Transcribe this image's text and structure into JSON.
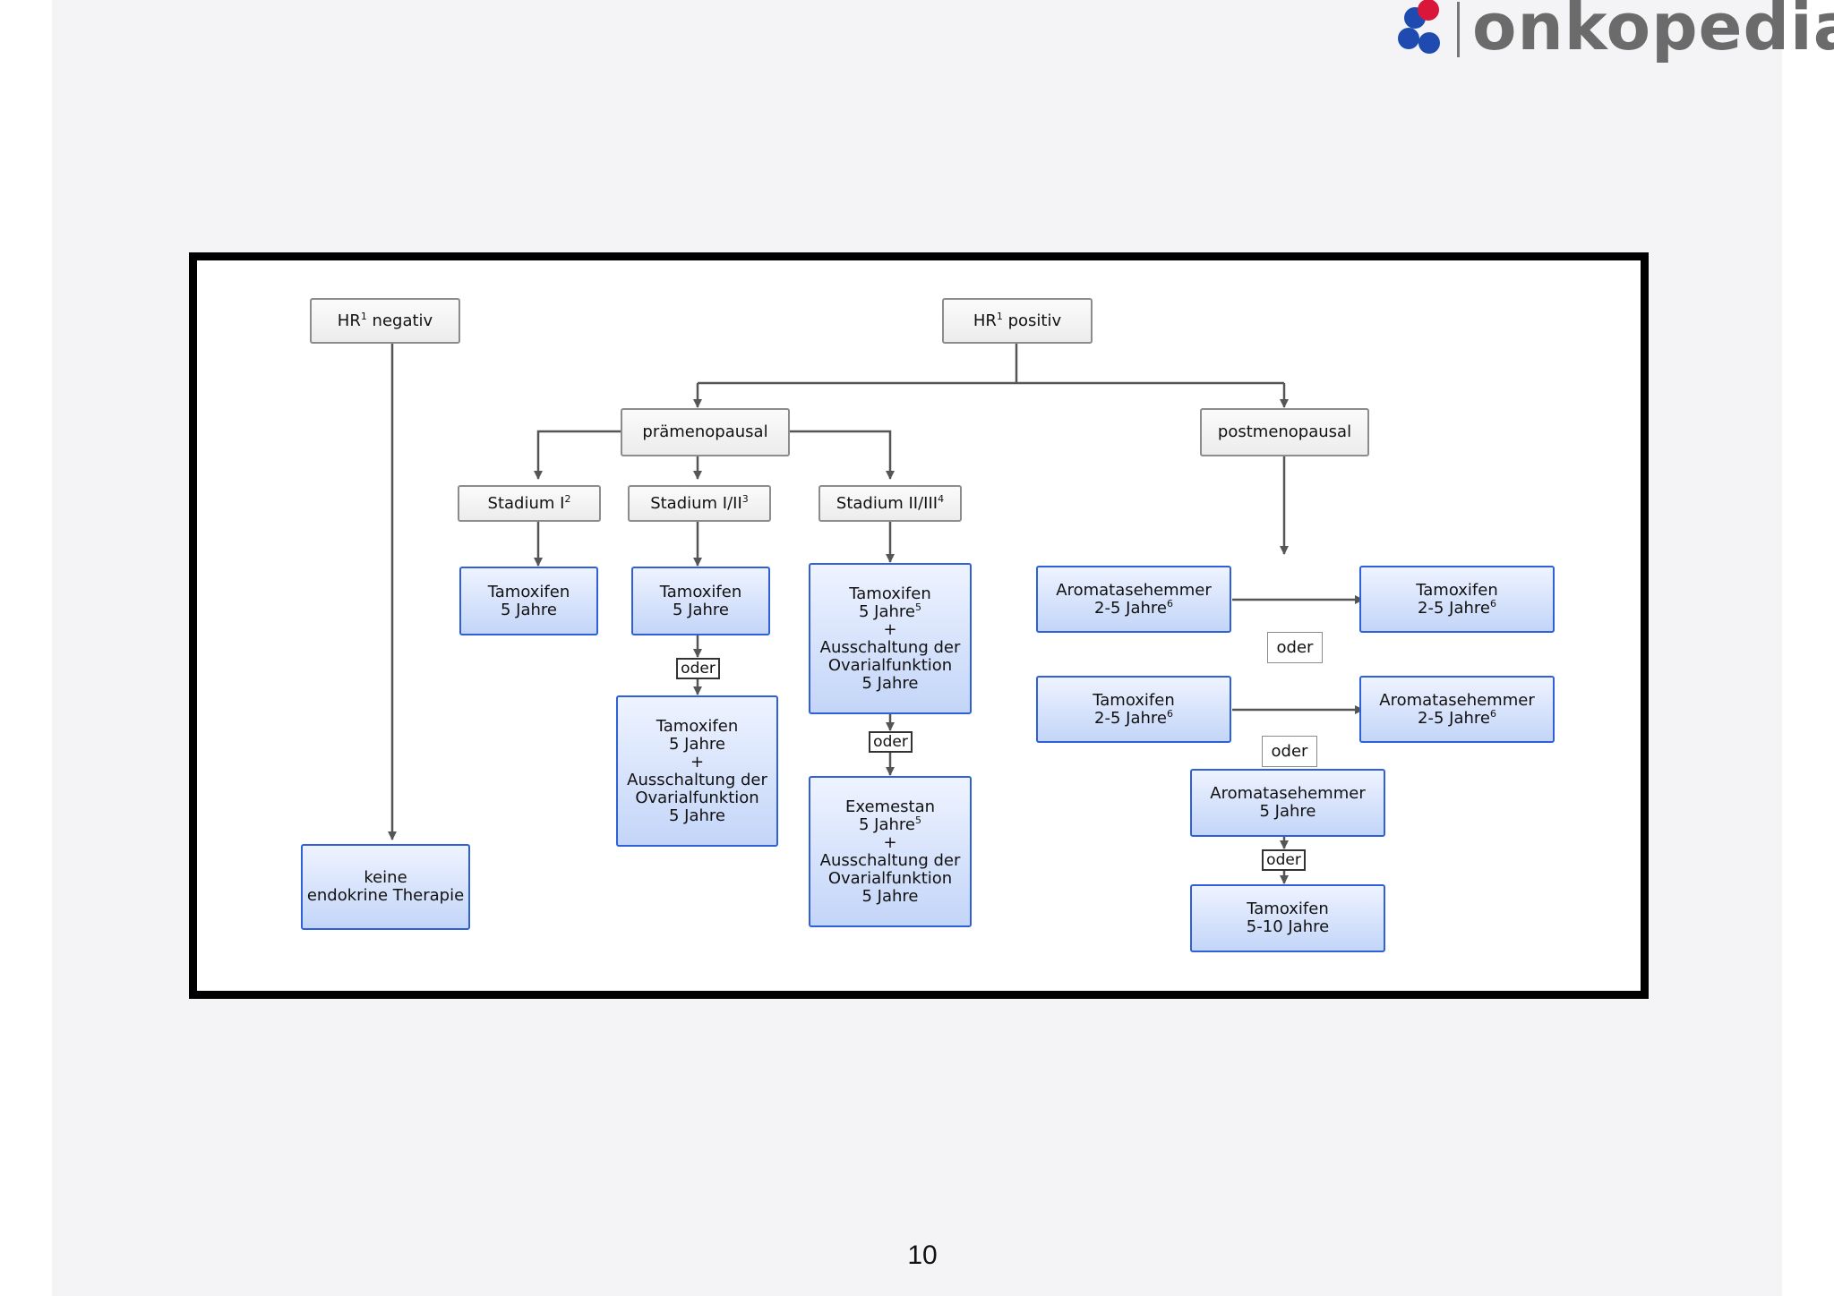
{
  "logo": {
    "text": "onkopedia",
    "dot_colors": [
      "#1f4bb0",
      "#d8173a",
      "#1f4bb0",
      "#1f4bb0"
    ]
  },
  "page_number": "10",
  "diagram": {
    "hr_negativ": {
      "prefix": "HR",
      "sup": "1",
      "suffix": " negativ"
    },
    "hr_positiv": {
      "prefix": "HR",
      "sup": "1",
      "suffix": " positiv"
    },
    "praemenopausal": "prämenopausal",
    "postmenopausal": "postmenopausal",
    "stadium_1": {
      "text": "Stadium I",
      "sup": "2"
    },
    "stadium_2": {
      "text": "Stadium I/II",
      "sup": "3"
    },
    "stadium_3": {
      "text": "Stadium II/III",
      "sup": "4"
    },
    "keine_therapie": [
      "keine",
      "endokrine Therapie"
    ],
    "col1_tam": [
      "Tamoxifen",
      "5 Jahre"
    ],
    "col2_tam": [
      "Tamoxifen",
      "5 Jahre"
    ],
    "col2_combo": [
      "Tamoxifen",
      "5 Jahre",
      "+",
      "Ausschaltung der",
      "Ovarialfunktion",
      "5 Jahre"
    ],
    "col3_tam_combo": {
      "line1": "Tamoxifen",
      "line2": "5 Jahre",
      "line2_sup": "5",
      "rest": [
        "+",
        "Ausschaltung der",
        "Ovarialfunktion",
        "5 Jahre"
      ]
    },
    "col3_exe_combo": {
      "line1": "Exemestan",
      "line2": "5 Jahre",
      "line2_sup": "5",
      "rest": [
        "+",
        "Ausschaltung der",
        "Ovarialfunktion",
        "5 Jahre"
      ]
    },
    "post_ai_1": {
      "line1": "Aromatasehemmer",
      "line2": "2-5 Jahre",
      "sup": "6"
    },
    "post_tam_1": {
      "line1": "Tamoxifen",
      "line2": "2-5 Jahre",
      "sup": "6"
    },
    "post_tam_2": {
      "line1": "Tamoxifen",
      "line2": "2-5 Jahre",
      "sup": "6"
    },
    "post_ai_2": {
      "line1": "Aromatasehemmer",
      "line2": "2-5 Jahre",
      "sup": "6"
    },
    "post_ai_5": [
      "Aromatasehemmer",
      "5 Jahre"
    ],
    "post_tam_510": [
      "Tamoxifen",
      "5-10 Jahre"
    ],
    "oder": "oder"
  },
  "colors": {
    "box_border_blue": "#3060d8",
    "box_fill_blue": "#c3d5f8",
    "connector": "#555555",
    "frame": "#000000"
  }
}
